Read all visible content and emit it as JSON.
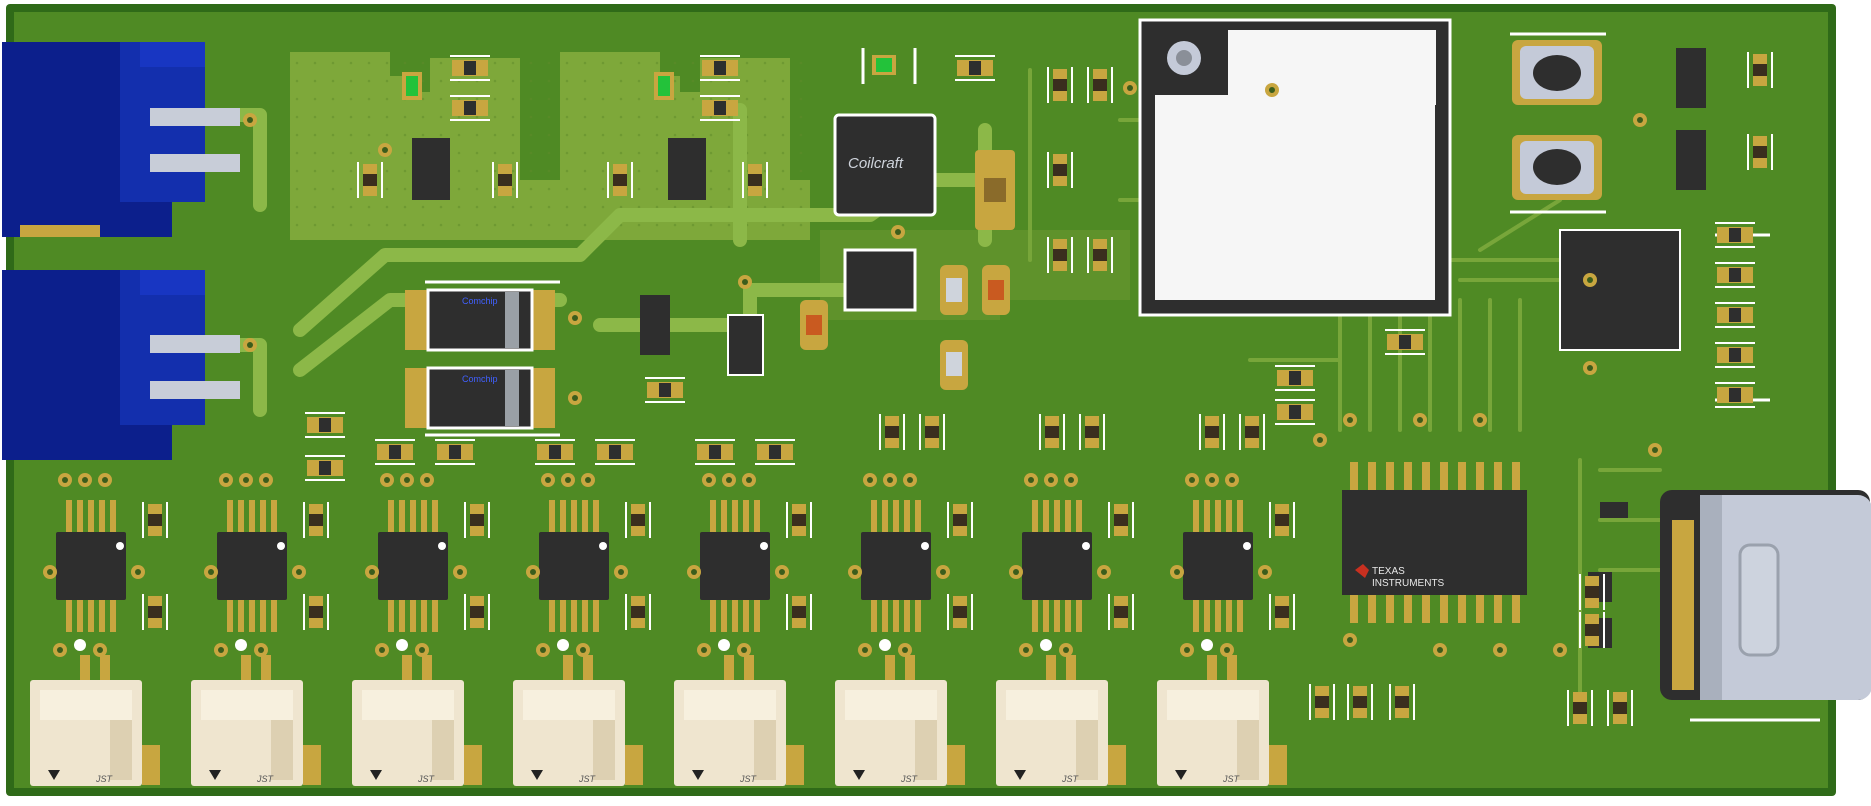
{
  "board": {
    "colors": {
      "pcb": "#4f8a24",
      "pcb_edge": "#2f6a18",
      "copper_pour": "#7ea83a",
      "copper_pour_dark": "#6a9830",
      "trace": "#8cb848",
      "pad": "#c8a640",
      "silk": "#ffffff",
      "ic": "#2e2e2e",
      "connector_blue": "#0c1f8c",
      "jst": "#efe5cf",
      "usb": "#c4cad8",
      "module": "#f6f6f6",
      "led": "#23c23a"
    }
  },
  "labels": {
    "inductor_brand": "Coilcraft",
    "diode_brand_top": "Comchip",
    "diode_brand_bottom": "Comchip",
    "driver_brand_line1": "TEXAS",
    "driver_brand_line2": "INSTRUMENTS",
    "jst_label": "JST"
  },
  "connectors": {
    "jst_count": 8,
    "power_count": 2
  }
}
